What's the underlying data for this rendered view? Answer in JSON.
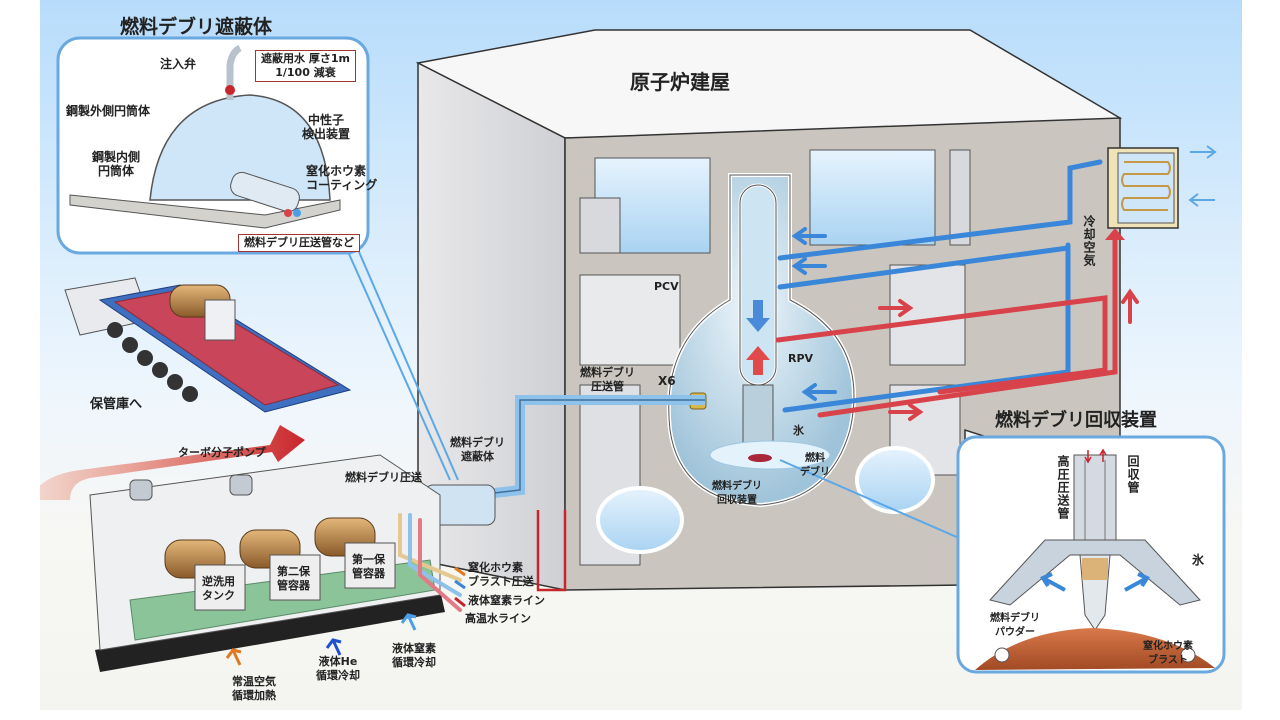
{
  "colors": {
    "sky_top": "#b7dcfb",
    "panel_border": "#6aa8e0",
    "cold_pipe": "#3a86d8",
    "hot_pipe": "#d8424a",
    "concrete": "#c9c6c0",
    "water": "#bfe0f7",
    "flatbed_red": "#c8455a",
    "container_floor": "#8cc49a",
    "debris": "#c9643a"
  },
  "shield_inset": {
    "title": "燃料デブリ遮蔽体",
    "labels": {
      "injection_valve": "注入弁",
      "shield_water": "遮蔽用水 厚さ1m",
      "attenuation": "1/100 減衰",
      "outer_cylinder": "鋼製外側円筒体",
      "neutron_detector_1": "中性子",
      "neutron_detector_2": "検出装置",
      "inner_cylinder_1": "鋼製内側",
      "inner_cylinder_2": "円筒体",
      "bn_coating_1": "窒化ホウ素",
      "bn_coating_2": "コーティング",
      "pipes": "燃料デブリ圧送管など"
    }
  },
  "transport": {
    "to_storage": "保管庫へ"
  },
  "container": {
    "turbo_pump": "ターボ分子ポンプ",
    "debris_transfer": "燃料デブリ圧送",
    "backwash_tank_1": "逆洗用",
    "backwash_tank_2": "タンク",
    "second_vessel_1": "第二保",
    "second_vessel_2": "管容器",
    "first_vessel_1": "第一保",
    "first_vessel_2": "管容器",
    "air_heating_1": "常温空気",
    "air_heating_2": "循環加熱",
    "he_cooling_1": "液体He",
    "he_cooling_2": "循環冷却",
    "n2_cooling_1": "液体窒素",
    "n2_cooling_2": "循環冷却"
  },
  "lines": {
    "bn_blast_1": "窒化ホウ素",
    "bn_blast_2": "ブラスト圧送",
    "ln2_line": "液体窒素ライン",
    "hot_water_line": "高温水ライン"
  },
  "building": {
    "title": "原子炉建屋",
    "shield_label_1": "燃料デブリ",
    "shield_label_2": "遮蔽体",
    "transfer_pipe_1": "燃料デブリ",
    "transfer_pipe_2": "圧送管",
    "penetration": "X6",
    "pcv": "PCV",
    "rpv": "RPV",
    "ice": "氷",
    "debris_1": "燃料",
    "debris_2": "デブリ",
    "recovery_1": "燃料デブリ",
    "recovery_2": "回収装置"
  },
  "cooler": {
    "cooling_air": "冷却空気"
  },
  "recovery_inset": {
    "title": "燃料デブリ回収装置",
    "high_pressure_pipe": "高圧圧送管",
    "recovery_pipe": "回収管",
    "ice": "氷",
    "powder_1": "燃料デブリ",
    "powder_2": "パウダー",
    "bn_blast_1": "窒化ホウ素",
    "bn_blast_2": "ブラスト"
  }
}
